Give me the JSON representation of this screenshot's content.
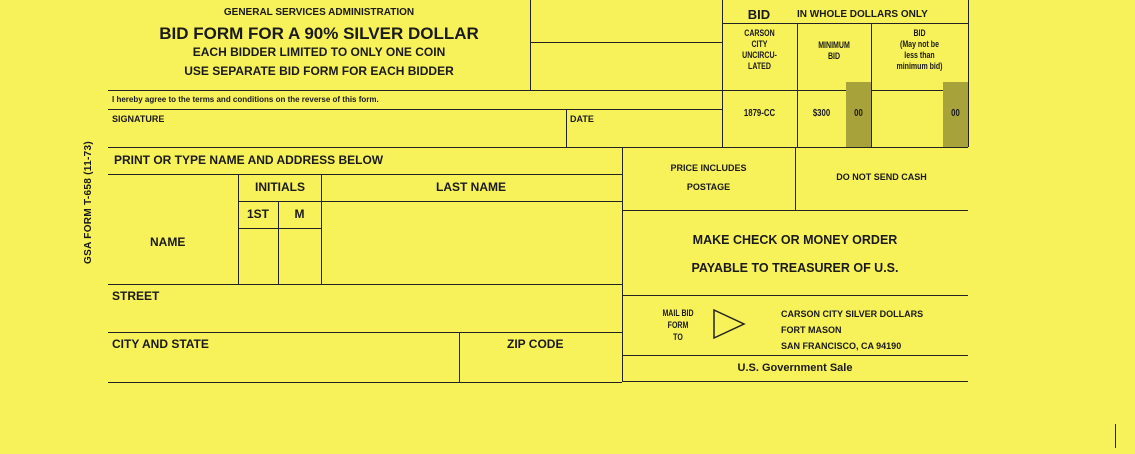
{
  "header": {
    "agency": "GENERAL SERVICES ADMINISTRATION",
    "title": "BID FORM FOR A 90% SILVER DOLLAR",
    "line2": "EACH BIDDER LIMITED TO ONLY ONE COIN",
    "line3": "USE SEPARATE BID FORM FOR EACH BIDDER"
  },
  "bid_box": {
    "bid_label": "BID",
    "whole_dollars": "IN WHOLE DOLLARS ONLY",
    "col1_header": [
      "CARSON",
      "CITY",
      "UNCIRCU-",
      "LATED"
    ],
    "col2_header": [
      "MINIMUM",
      "BID"
    ],
    "col3_header": [
      "BID",
      "(May not be",
      "less than",
      "minimum bid)"
    ],
    "coin": "1879-CC",
    "minimum_bid": "$300",
    "minimum_cents": "00",
    "bid_cents": "00"
  },
  "agreement": "I hereby agree to the terms and conditions on the reverse of this form.",
  "signature_label": "SIGNATURE",
  "date_label": "DATE",
  "side_label": "GSA FORM T-658 (11-73)",
  "name_section": {
    "header": "PRINT OR TYPE NAME AND ADDRESS BELOW",
    "initials": "INITIALS",
    "last_name": "LAST NAME",
    "first": "1ST",
    "middle": "M",
    "name": "NAME",
    "street": "STREET",
    "city_state": "CITY AND STATE",
    "zip": "ZIP CODE"
  },
  "right_section": {
    "price_line1": "PRICE INCLUDES",
    "price_line2": "POSTAGE",
    "no_cash": "DO NOT SEND CASH",
    "check_line1": "MAKE CHECK OR MONEY ORDER",
    "check_line2": "PAYABLE TO TREASURER OF U.S.",
    "mail_label": [
      "MAIL BID",
      "FORM",
      "TO"
    ],
    "address": [
      "CARSON CITY SILVER DOLLARS",
      "FORT MASON",
      "SAN FRANCISCO, CA 94190"
    ],
    "footer": "U.S. Government Sale"
  }
}
